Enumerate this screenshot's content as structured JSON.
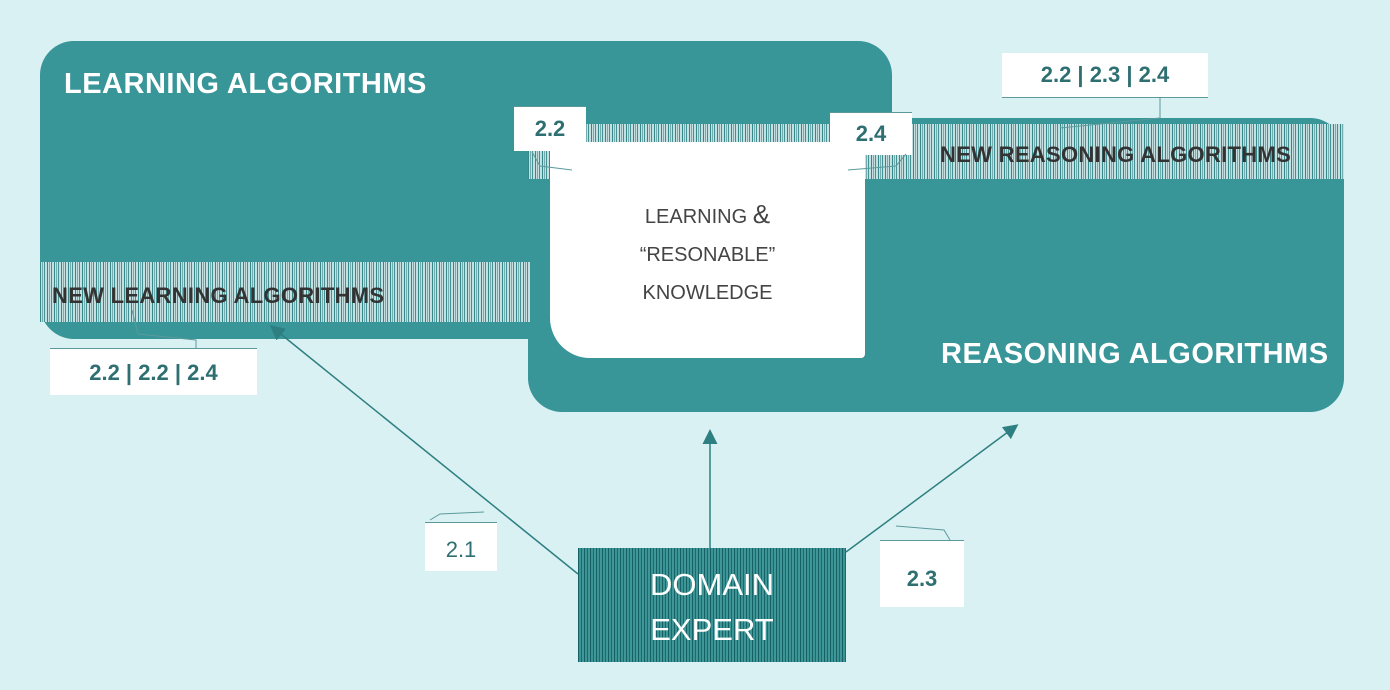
{
  "panels": {
    "learning_title": "LEARNING ALGORITHMS",
    "reasoning_title": "REASONING ALGORITHMS",
    "new_learning_label": "NEW LEARNING ALGORITHMS",
    "new_reasoning_label": "NEW REASONING ALGORITHMS"
  },
  "center": {
    "line1": "LEARNING",
    "amp": "&",
    "line2": "“RESONABLE”",
    "line3": "KNOWLEDGE"
  },
  "tags": {
    "tag_22": "2.2",
    "tag_24": "2.4",
    "tag_top_right": "2.2 | 2.3 | 2.4",
    "tag_left": "2.2 | 2.2 | 2.4",
    "tag_21": "2.1",
    "tag_23": "2.3"
  },
  "domain_expert": {
    "line1": "DOMAIN",
    "line2": "EXPERT"
  },
  "colors": {
    "background": "#daf1f3",
    "panel": "#389598",
    "tag_text": "#2e6f72",
    "arrow": "#2d7f82"
  }
}
